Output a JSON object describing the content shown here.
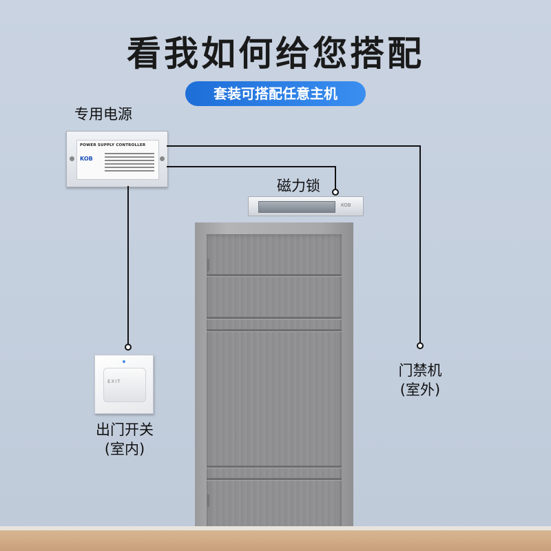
{
  "header": {
    "title": "看我如何给您搭配",
    "subtitle": "套装可搭配任意主机"
  },
  "components": {
    "power_supply": {
      "label": "专用电源",
      "device_title": "POWER SUPPLY CONTROLLER",
      "brand": "KOB"
    },
    "magnetic_lock": {
      "label": "磁力锁",
      "device_text": "KOB"
    },
    "access_controller": {
      "label_line1": "门禁机",
      "label_line2": "(室外)"
    },
    "exit_switch": {
      "label_line1": "出门开关",
      "label_line2": "(室内)",
      "button_text": "EXIT"
    }
  },
  "colors": {
    "accent": "#2a7ee6",
    "wall": "#c6d0de",
    "wire": "#111111"
  }
}
